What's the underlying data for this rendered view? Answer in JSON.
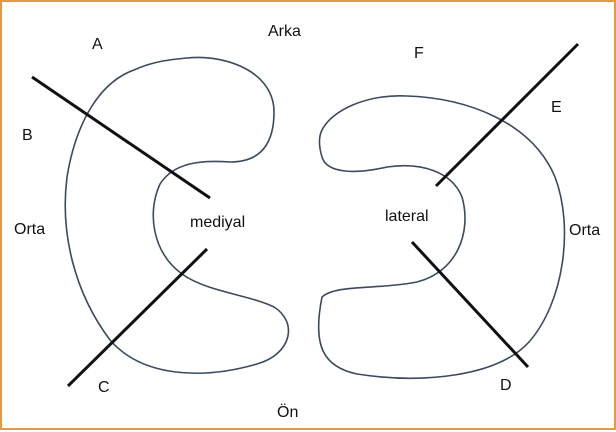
{
  "colors": {
    "border": "#e39a3f",
    "outline": "#3b4a5e",
    "line": "#111111",
    "background": "#ffffff"
  },
  "labels": {
    "A": "A",
    "arka": "Arka",
    "F": "F",
    "B": "B",
    "E": "E",
    "orta_left": "Orta",
    "orta_right": "Orta",
    "mediyal": "mediyal",
    "lateral": "lateral",
    "C": "C",
    "D": "D",
    "on": "Ön"
  }
}
